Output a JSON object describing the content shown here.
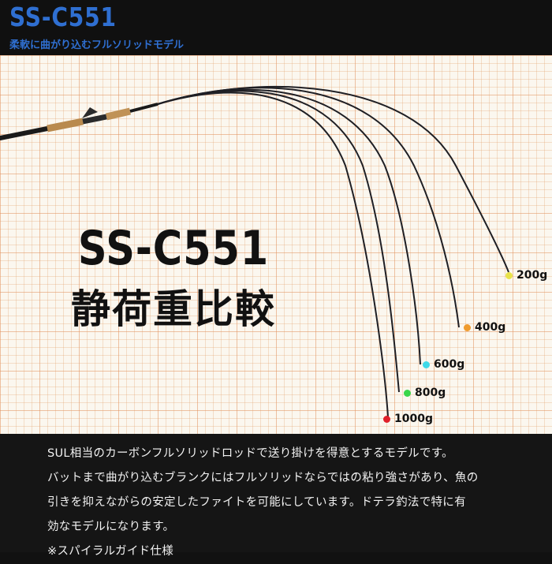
{
  "header": {
    "title": "SS-C551",
    "subtitle": "柔軟に曲がり込むフルソリッドモデル"
  },
  "panel": {
    "model": "SS-C551",
    "heading": "静荷重比較",
    "loads": [
      {
        "label": "200g",
        "color": "#e8e24a"
      },
      {
        "label": "400g",
        "color": "#ef9b2d"
      },
      {
        "label": "600g",
        "color": "#3fd9e8"
      },
      {
        "label": "800g",
        "color": "#39d64a"
      },
      {
        "label": "1000g",
        "color": "#e0202a"
      }
    ]
  },
  "footer": {
    "lines": [
      "SUL相当のカーボンフルソリッドロッドで送り掛けを得意とするモデルです。",
      "バットまで曲がり込むブランクにはフルソリッドならではの粘り強さがあり、魚の",
      "引きを抑えながらの安定したファイトを可能にしています。ドテラ釣法で特に有",
      "効なモデルになります。",
      "※スパイラルガイド仕様"
    ]
  }
}
